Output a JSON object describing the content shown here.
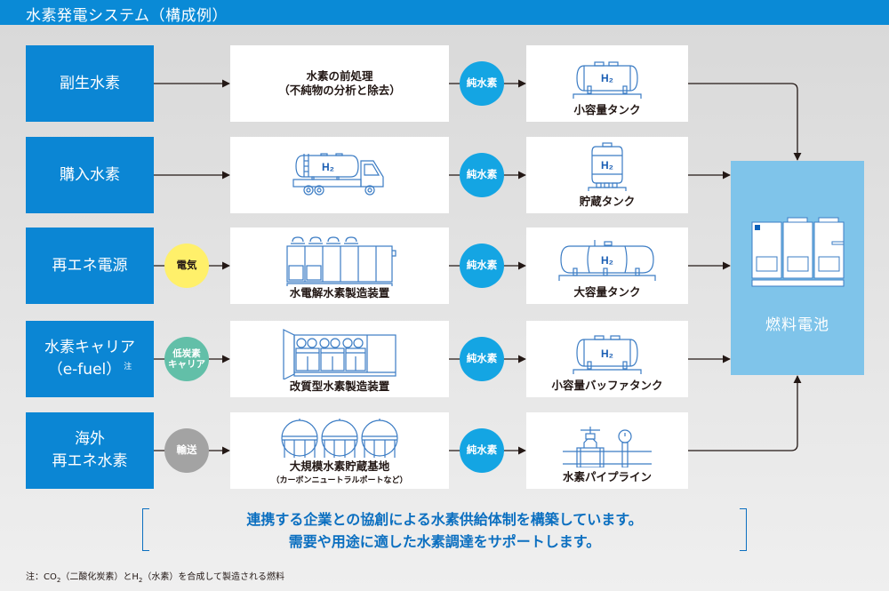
{
  "header": {
    "title": "水素発電システム（構成例）"
  },
  "rows": [
    {
      "source": {
        "lines": [
          "副生水素"
        ],
        "note_mark": ""
      },
      "carrier": null,
      "process": {
        "icon": "pretreatment-none",
        "lines": [
          "水素の前処理",
          "（不純物の分析と除去）"
        ],
        "sub": ""
      },
      "purity": "純水素",
      "storage": {
        "icon": "small-tank-icon",
        "label": "小容量タンク",
        "h2": "H2"
      }
    },
    {
      "source": {
        "lines": [
          "購入水素"
        ],
        "note_mark": ""
      },
      "carrier": null,
      "process": {
        "icon": "tanker-truck-icon",
        "lines": [],
        "sub": "",
        "h2": "H2"
      },
      "purity": "純水素",
      "storage": {
        "icon": "vertical-tank-icon",
        "label": "貯蔵タンク",
        "h2": "H2"
      }
    },
    {
      "source": {
        "lines": [
          "再エネ電源"
        ],
        "note_mark": ""
      },
      "carrier": {
        "label_lines": [
          "電気"
        ],
        "color": "#fff06a"
      },
      "process": {
        "icon": "electrolyzer-icon",
        "lines": [
          "水電解水素製造装置"
        ],
        "sub": ""
      },
      "purity": "純水素",
      "storage": {
        "icon": "large-tank-icon",
        "label": "大容量タンク",
        "h2": "H2"
      }
    },
    {
      "source": {
        "lines": [
          "水素キャリア",
          "（e-fuel）"
        ],
        "note_mark": "注"
      },
      "carrier": {
        "label_lines": [
          "低炭素",
          "キャリア"
        ],
        "color": "#62bfa8"
      },
      "process": {
        "icon": "reformer-icon",
        "lines": [
          "改質型水素製造装置"
        ],
        "sub": ""
      },
      "purity": "純水素",
      "storage": {
        "icon": "buffer-tank-icon",
        "label": "小容量バッファタンク",
        "h2": "H2"
      }
    },
    {
      "source": {
        "lines": [
          "海外",
          "再エネ水素"
        ],
        "note_mark": ""
      },
      "carrier": {
        "label_lines": [
          "輸送"
        ],
        "color": "#a3a3a3"
      },
      "process": {
        "icon": "spherical-tanks-icon",
        "lines": [
          "大規模水素貯蔵基地"
        ],
        "sub": "（カーボンニュートラルポートなど）"
      },
      "purity": "純水素",
      "storage": {
        "icon": "pipeline-icon",
        "label": "水素パイプライン",
        "h2": ""
      }
    }
  ],
  "fuel_cell": {
    "label": "燃料電池"
  },
  "message": {
    "line1": "連携する企業との協創による水素供給体制を構築しています。",
    "line2": "需要や用途に適した水素調達をサポートします。"
  },
  "note": {
    "prefix": "注：CO",
    "sub1": "2",
    "mid": "（二酸化炭素）とH",
    "sub2": "2",
    "suffix": "（水素）を合成して製造される燃料"
  },
  "colors": {
    "header": "#0a8ad6",
    "source_box": "#0b86d4",
    "pure_h2": "#14a5e3",
    "electricity": "#fff06a",
    "low_carbon": "#62bfa8",
    "transport": "#a3a3a3",
    "fuel_cell": "#7fc4ea",
    "message_text": "#0b6fc0"
  }
}
